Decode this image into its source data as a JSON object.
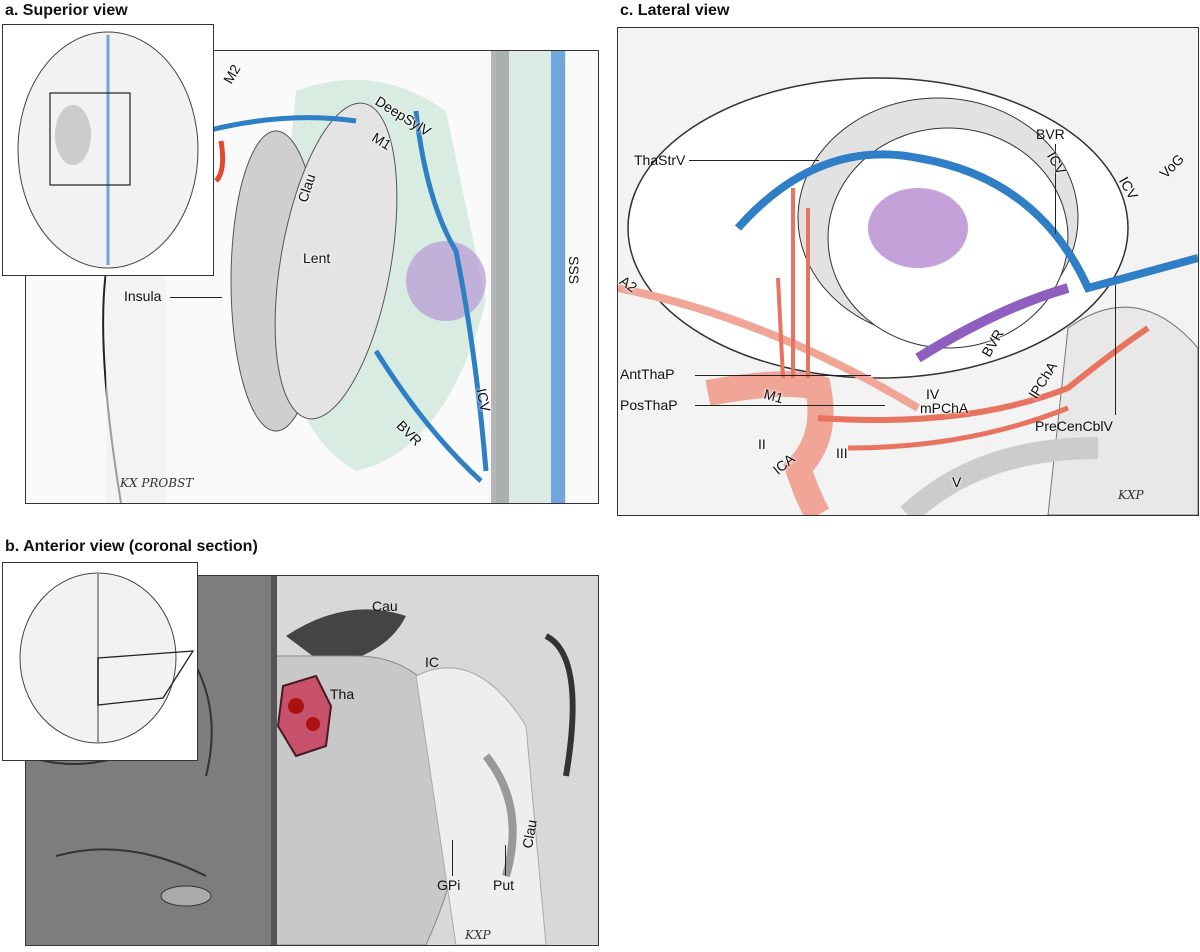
{
  "panels": {
    "a": {
      "title": "a. Superior view",
      "labels": {
        "m2": "M2",
        "deepsylv": "DeepSylV",
        "m1": "M1",
        "clau": "Clau",
        "lent": "Lent",
        "insula": "Insula",
        "sss": "SSS",
        "icv": "ICV",
        "bvr": "BVR"
      },
      "signature": "KX PROBST"
    },
    "b": {
      "title": "b. Anterior view (coronal section)",
      "labels": {
        "cau": "Cau",
        "ic": "IC",
        "tha": "Tha",
        "gpi": "GPi",
        "put": "Put",
        "clau": "Clau"
      },
      "signature": "KXP"
    },
    "c": {
      "title": "c. Lateral view",
      "labels": {
        "thastrv": "ThaStrV",
        "bvr_top": "BVR",
        "icv_1": "ICV",
        "icv_2": "ICV",
        "vog": "VoG",
        "a2": "A2",
        "antthap": "AntThaP",
        "posthap": "PosThaP",
        "m1": "M1",
        "mpcha": "mPChA",
        "iv": "IV",
        "bvr_mid": "BVR",
        "lpcha": "lPChA",
        "precencblv": "PreCenCblV",
        "ii": "II",
        "ica": "ICA",
        "iii": "III",
        "v": "V"
      },
      "signature": "KXP"
    }
  },
  "colors": {
    "artery": "#e8735f",
    "vein": "#2f7fc6",
    "lesion": "#a87bc8",
    "tract": "#a8d8c0"
  }
}
